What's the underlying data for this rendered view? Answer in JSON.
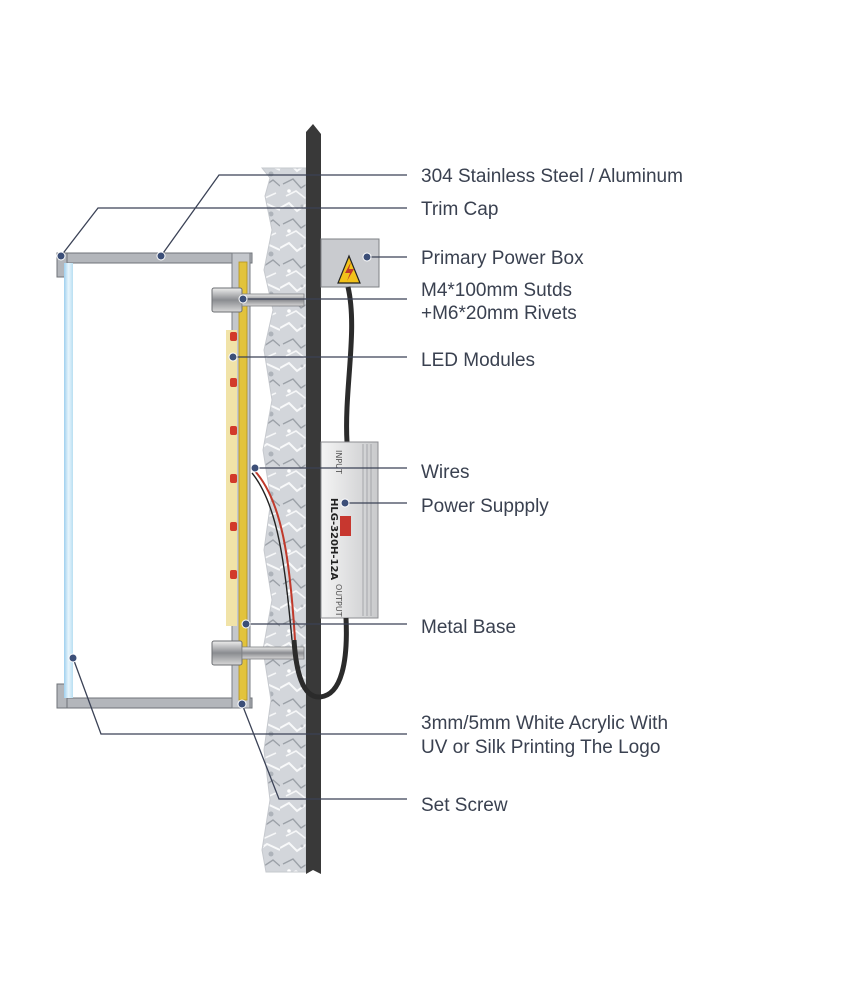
{
  "colors": {
    "leader": "#3b4256",
    "dot": "#3c4f78",
    "wall": "#3a3a3a",
    "stone": "#d4d7dc",
    "frame": "#aeb1b6",
    "acrylic": "#bfe0f3",
    "base_plate": "#e2c33c",
    "led": "#d23a2a",
    "warning": "#f2c21b"
  },
  "labels": {
    "material": "304 Stainless Steel / Aluminum",
    "trim_cap": "Trim Cap",
    "power_box": "Primary Power Box",
    "studs_line1": "M4*100mm Sutds",
    "studs_line2": "+M6*20mm Rivets",
    "led_modules": "LED Modules",
    "wires": "Wires",
    "power_supply": "Power  Suppply",
    "metal_base": "Metal Base",
    "acrylic_line1": "3mm/5mm White  Acrylic With",
    "acrylic_line2": "UV or Silk Printing  The Logo",
    "set_screw": "Set  Screw"
  },
  "power_supply_text": {
    "model": "HLG-320H-12A",
    "input": "INPUT",
    "output": "OUTPUT"
  }
}
